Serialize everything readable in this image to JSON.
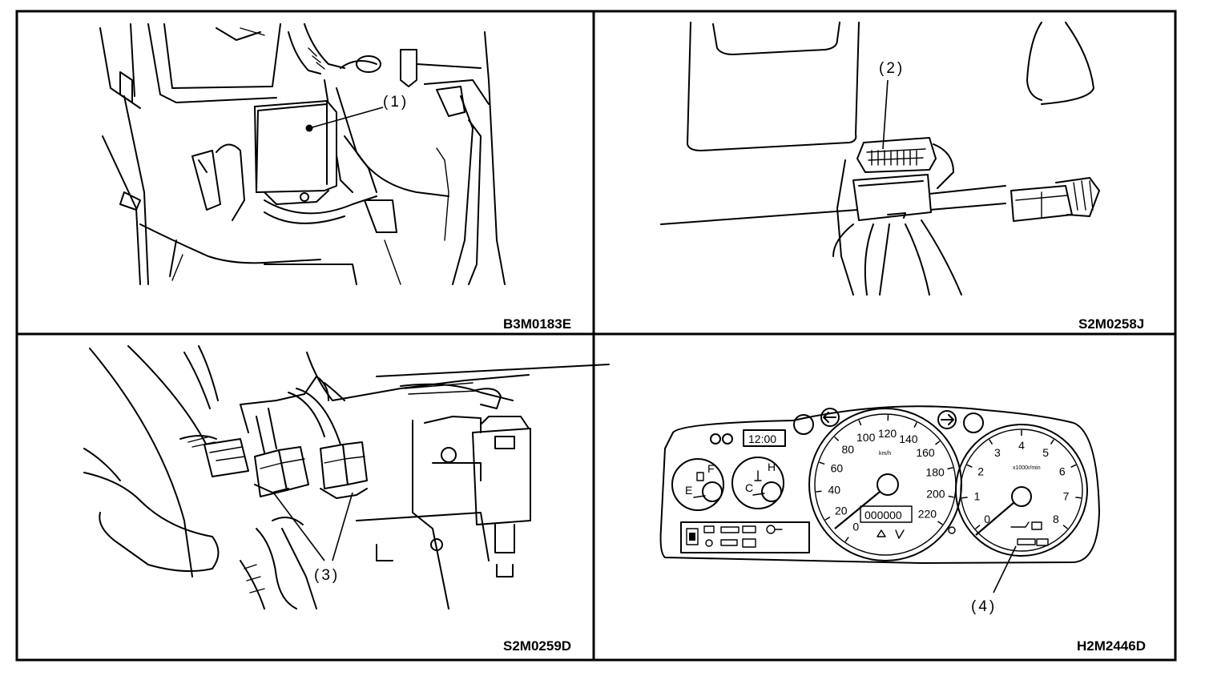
{
  "panels": [
    {
      "code": "B3M0183E",
      "callout": "(1)"
    },
    {
      "code": "S2M0258J",
      "callout": "(2)"
    },
    {
      "code": "S2M0259D",
      "callout": "(3)"
    },
    {
      "code": "H2M2446D",
      "callout": "(4)"
    }
  ],
  "cluster": {
    "clock": "12:00",
    "odometer": "000000",
    "speed_unit": "km/h",
    "rpm_unit": "x1000r/min",
    "speed_ticks": [
      "0",
      "20",
      "40",
      "60",
      "80",
      "100",
      "120",
      "140",
      "160",
      "180",
      "200",
      "220"
    ],
    "rpm_ticks": [
      "0",
      "1",
      "2",
      "3",
      "4",
      "5",
      "6",
      "7",
      "8"
    ],
    "fuel_full": "F",
    "fuel_empty": "E",
    "temp_hot": "H",
    "temp_cold": "C"
  },
  "colors": {
    "line": "#000000",
    "background": "#ffffff"
  }
}
